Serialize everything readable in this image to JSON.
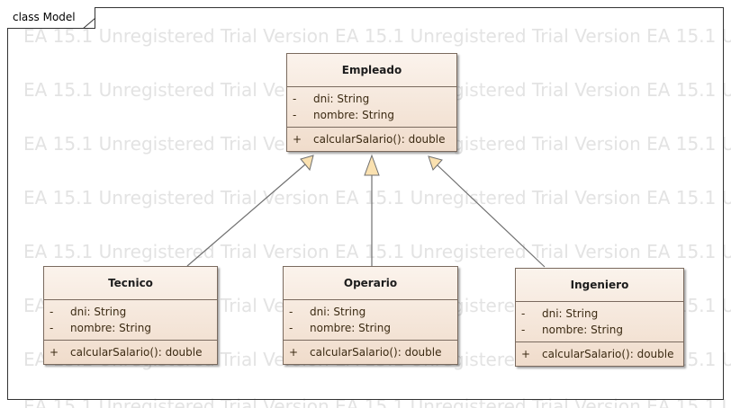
{
  "diagram": {
    "frame_label": "class Model",
    "watermark": "EA 15.1 Unregistered Trial Version EA 15.1 Unregistered Trial Version EA 15.1 Unregistered Trial Version",
    "classes": {
      "empleado": {
        "name": "Empleado",
        "attributes": [
          {
            "visibility": "-",
            "text": "dni: String"
          },
          {
            "visibility": "-",
            "text": "nombre: String"
          }
        ],
        "operations": [
          {
            "visibility": "+",
            "text": "calcularSalario(): double"
          }
        ]
      },
      "tecnico": {
        "name": "Tecnico",
        "attributes": [
          {
            "visibility": "-",
            "text": "dni: String"
          },
          {
            "visibility": "-",
            "text": "nombre: String"
          }
        ],
        "operations": [
          {
            "visibility": "+",
            "text": "calcularSalario(): double"
          }
        ]
      },
      "operario": {
        "name": "Operario",
        "attributes": [
          {
            "visibility": "-",
            "text": "dni: String"
          },
          {
            "visibility": "-",
            "text": "nombre: String"
          }
        ],
        "operations": [
          {
            "visibility": "+",
            "text": "calcularSalario(): double"
          }
        ]
      },
      "ingeniero": {
        "name": "Ingeniero",
        "attributes": [
          {
            "visibility": "-",
            "text": "dni: String"
          },
          {
            "visibility": "-",
            "text": "nombre: String"
          }
        ],
        "operations": [
          {
            "visibility": "+",
            "text": "calcularSalario(): double"
          }
        ]
      }
    },
    "relations": [
      {
        "type": "generalization",
        "from": "Tecnico",
        "to": "Empleado"
      },
      {
        "type": "generalization",
        "from": "Operario",
        "to": "Empleado"
      },
      {
        "type": "generalization",
        "from": "Ingeniero",
        "to": "Empleado"
      }
    ]
  }
}
